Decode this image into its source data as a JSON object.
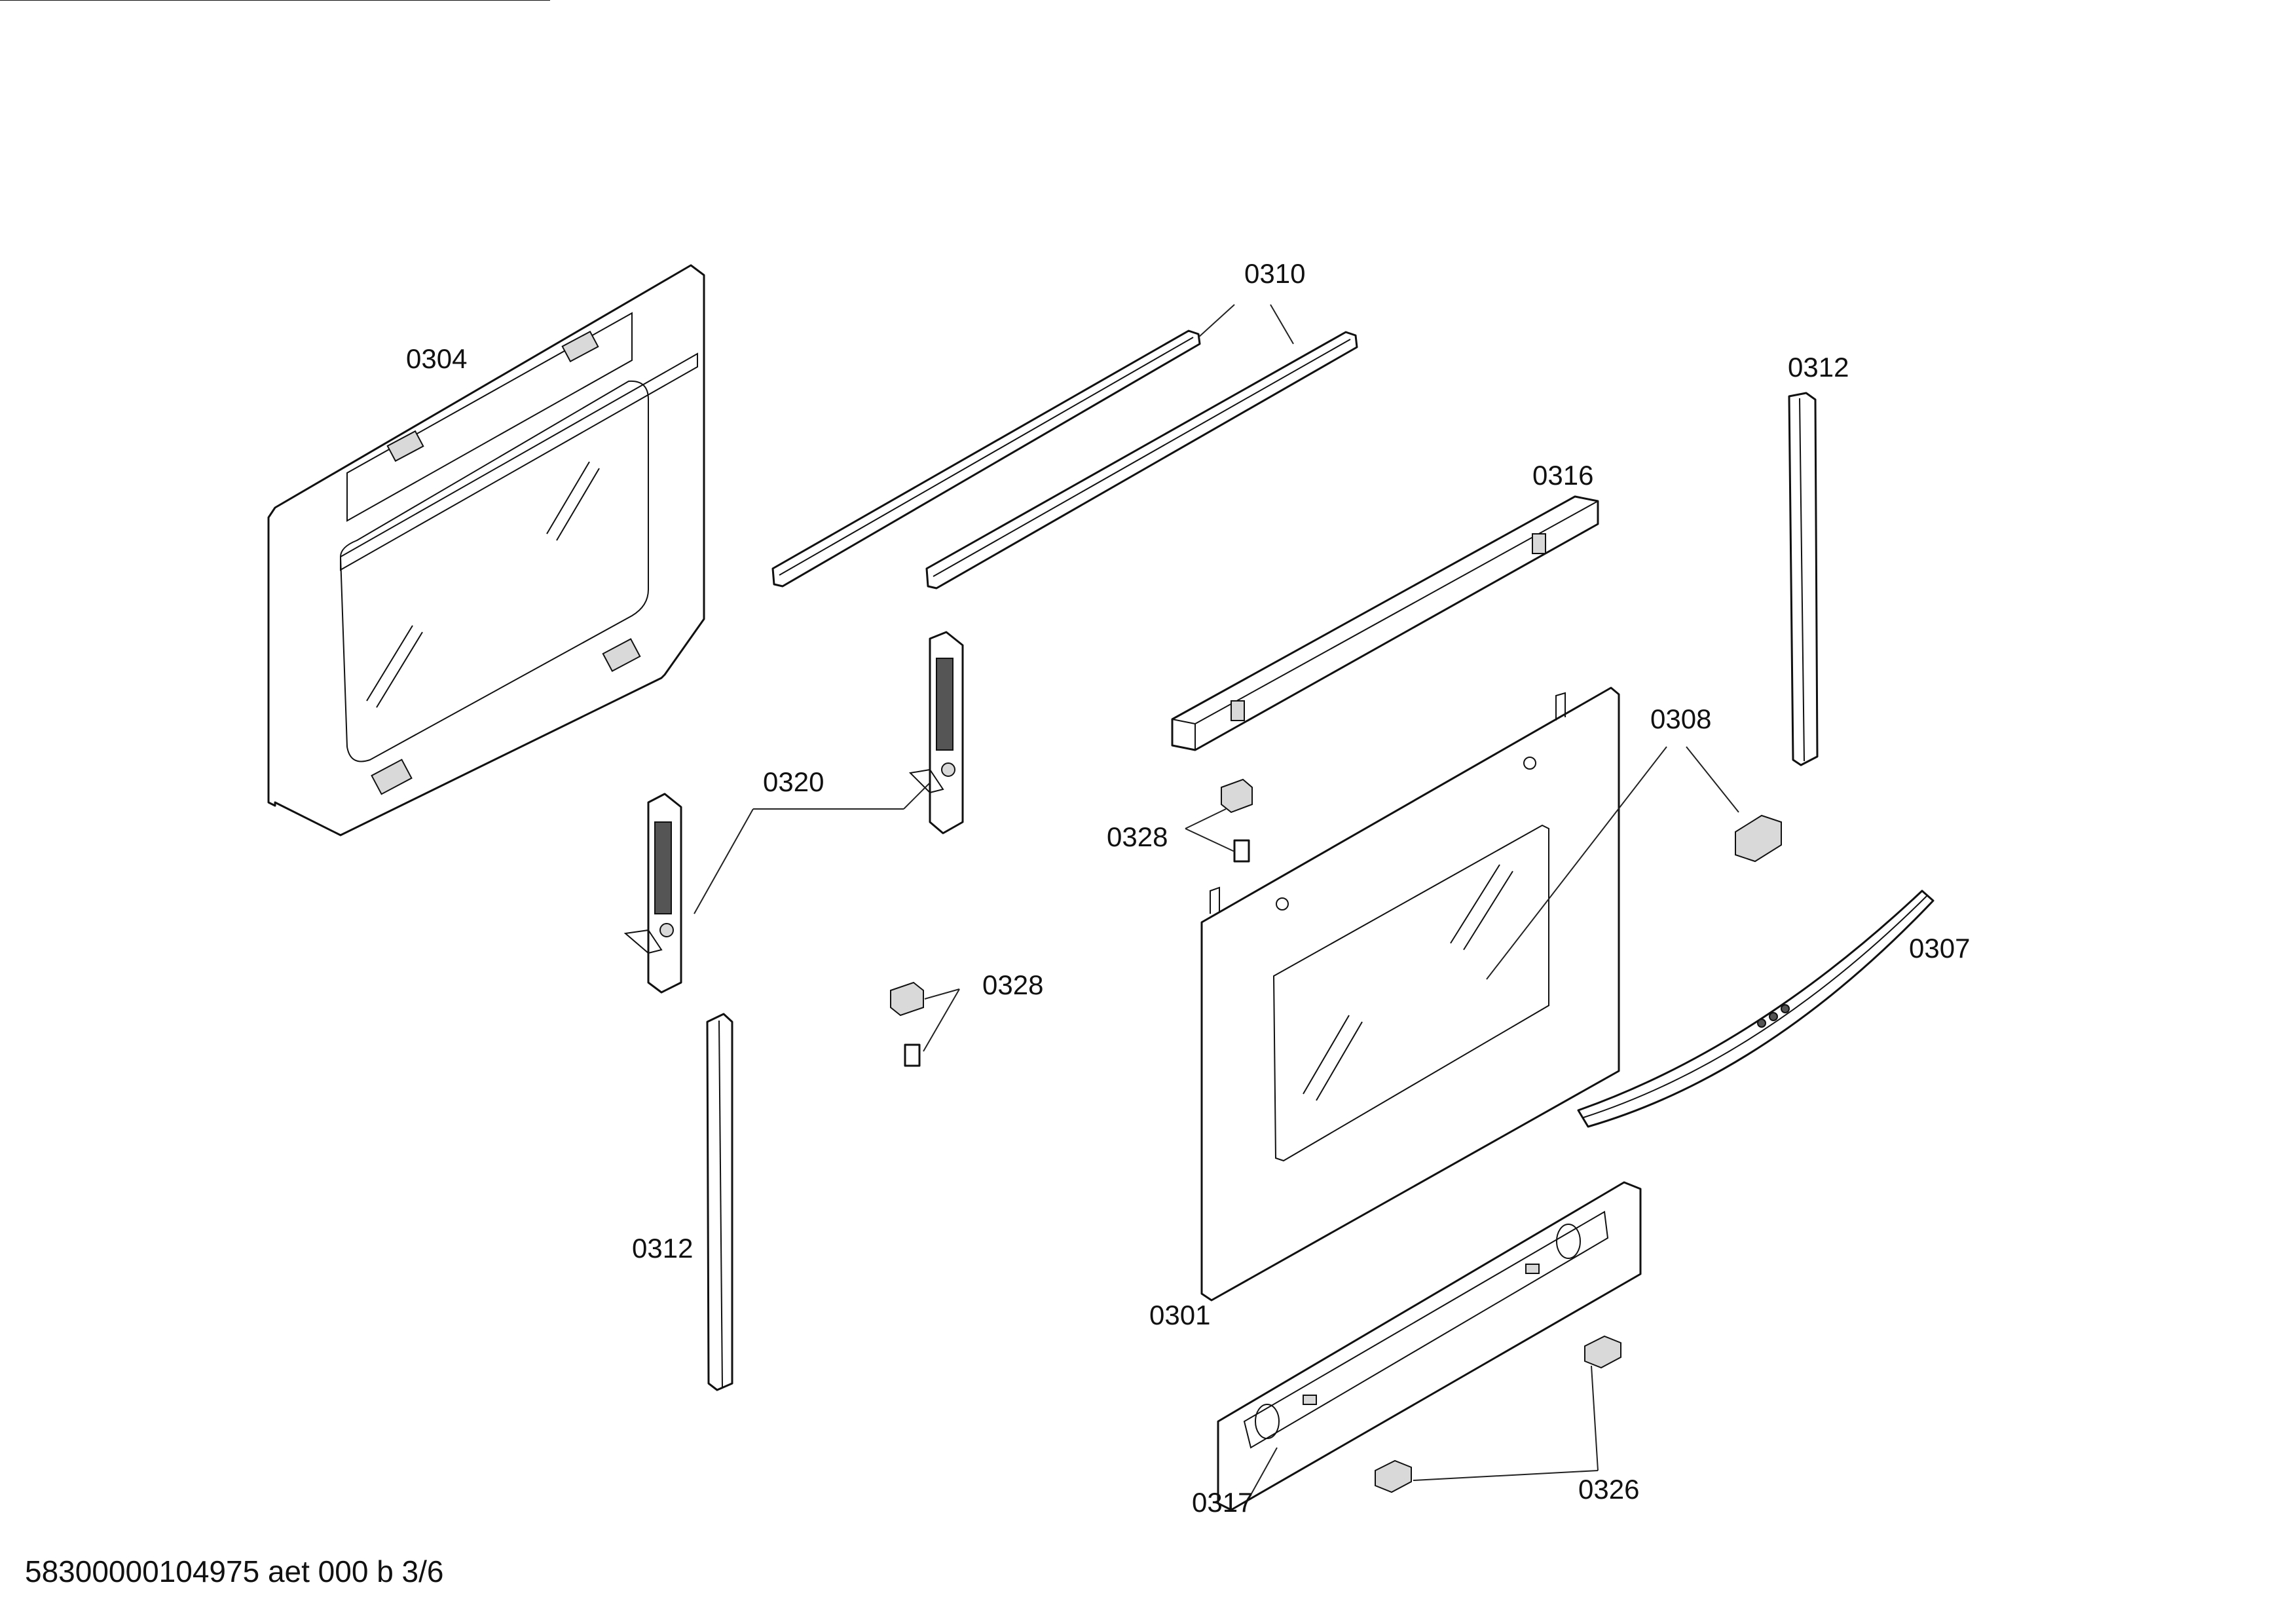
{
  "labels": {
    "l0304": "0304",
    "l0310": "0310",
    "l0312_top": "0312",
    "l0316": "0316",
    "l0308": "0308",
    "l0320": "0320",
    "l0328_center": "0328",
    "l0328_left": "0328",
    "l0307": "0307",
    "l0312_bottom": "0312",
    "l0301": "0301",
    "l0317": "0317",
    "l0326": "0326"
  },
  "footer": {
    "document_id": "58300000104975 aet 000 b 3/6"
  }
}
